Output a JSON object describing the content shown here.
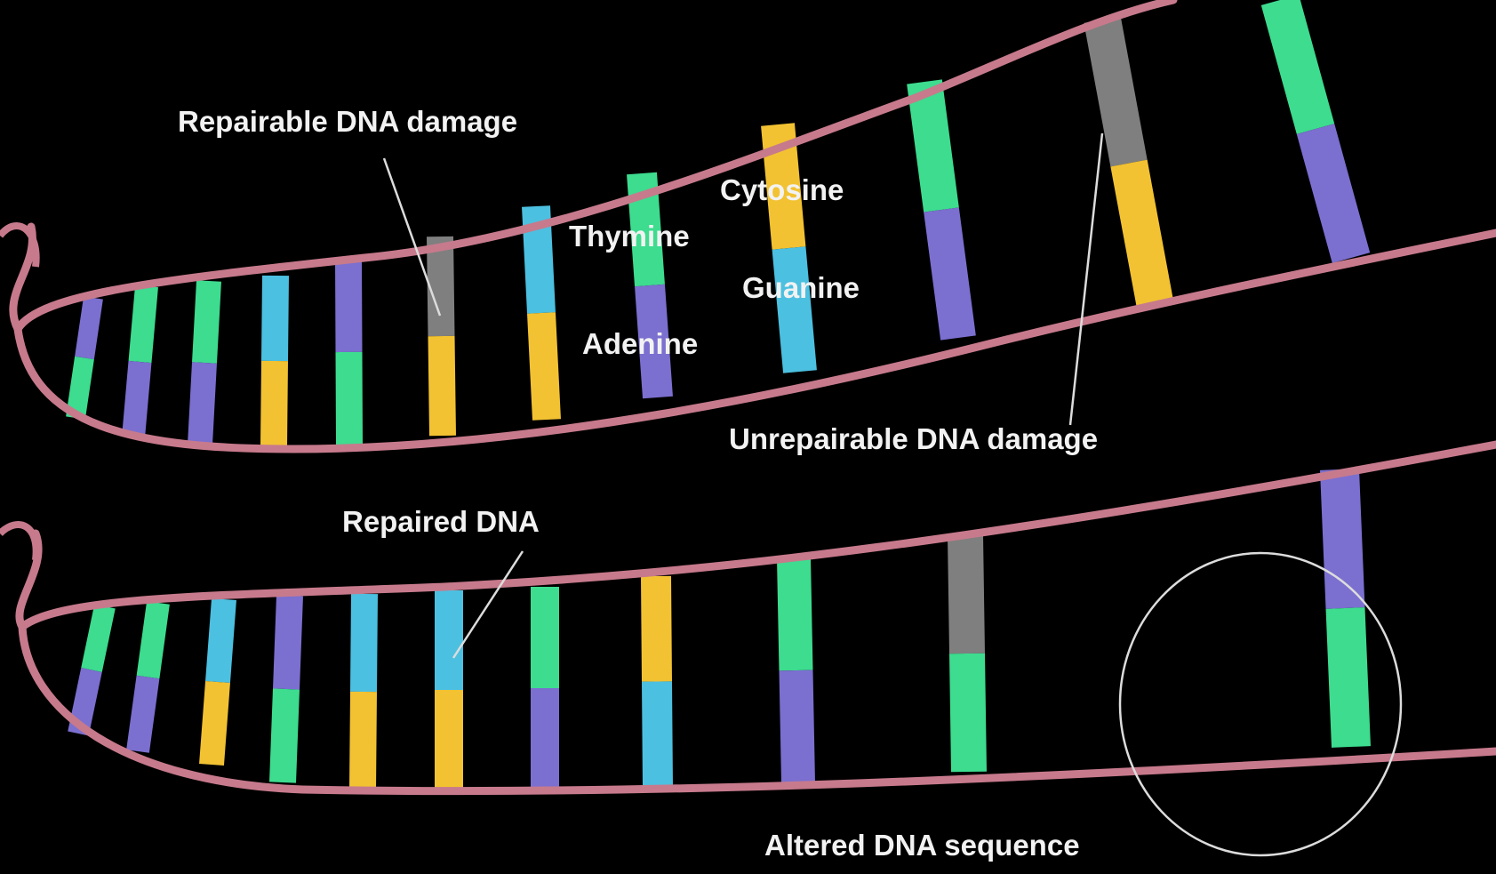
{
  "colors": {
    "background": "#000000",
    "backbone": "#c77a8c",
    "adenine": "#7b6fd0",
    "thymine": "#3ddc8f",
    "cytosine": "#f2c232",
    "guanine": "#4cc0e0",
    "damaged": "#a9a9a9",
    "label": "#f2f2f2"
  },
  "labels": {
    "repairable": "Repairable DNA damage",
    "thymine": "Thymine",
    "cytosine": "Cytosine",
    "guanine": "Guanine",
    "adenine": "Adenine",
    "unrepairable": "Unrepairable DNA damage",
    "repaired": "Repaired DNA",
    "altered": "Altered DNA sequence"
  },
  "strands": {
    "top_rungs": [
      [
        "adenine",
        "thymine"
      ],
      [
        "thymine",
        "adenine"
      ],
      [
        "thymine",
        "adenine"
      ],
      [
        "guanine",
        "cytosine"
      ],
      [
        "adenine",
        "thymine"
      ],
      [
        "damaged",
        "cytosine"
      ],
      [
        "guanine",
        "cytosine"
      ],
      [
        "thymine",
        "adenine"
      ],
      [
        "cytosine",
        "guanine"
      ],
      [
        "thymine",
        "adenine"
      ],
      [
        "damaged",
        "cytosine"
      ],
      [
        "thymine",
        "adenine"
      ]
    ],
    "bottom_rungs": [
      [
        "thymine",
        "adenine"
      ],
      [
        "thymine",
        "adenine"
      ],
      [
        "guanine",
        "cytosine"
      ],
      [
        "adenine",
        "thymine"
      ],
      [
        "guanine",
        "cytosine"
      ],
      [
        "guanine",
        "cytosine"
      ],
      [
        "thymine",
        "adenine"
      ],
      [
        "cytosine",
        "guanine"
      ],
      [
        "thymine",
        "adenine"
      ],
      [
        "damaged",
        "thymine"
      ],
      [
        "adenine",
        "thymine"
      ]
    ]
  }
}
